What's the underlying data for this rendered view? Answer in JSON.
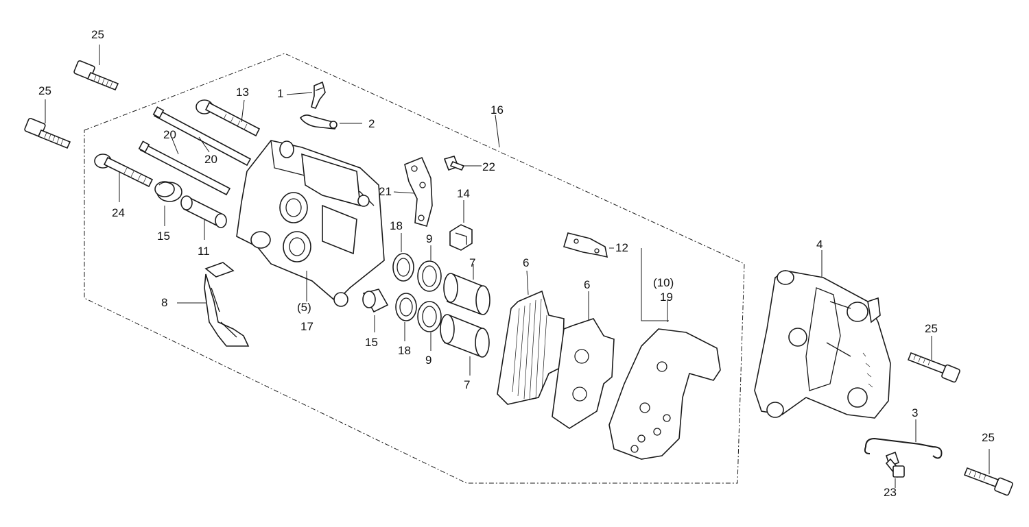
{
  "callouts": {
    "c1": "1",
    "c2": "2",
    "c3": "3",
    "c4": "4",
    "c5": "(5)",
    "c6a": "6",
    "c6b": "6",
    "c7a": "7",
    "c7b": "7",
    "c8": "8",
    "c9a": "9",
    "c9b": "9",
    "c10": "(10)",
    "c11": "11",
    "c12": "12",
    "c13": "13",
    "c14": "14",
    "c15a": "15",
    "c15b": "15",
    "c16": "16",
    "c17": "17",
    "c18a": "18",
    "c18b": "18",
    "c19": "19",
    "c20a": "20",
    "c20b": "20",
    "c21": "21",
    "c22": "22",
    "c23": "23",
    "c24": "24",
    "c25a": "25",
    "c25b": "25",
    "c25c": "25",
    "c25d": "25"
  }
}
